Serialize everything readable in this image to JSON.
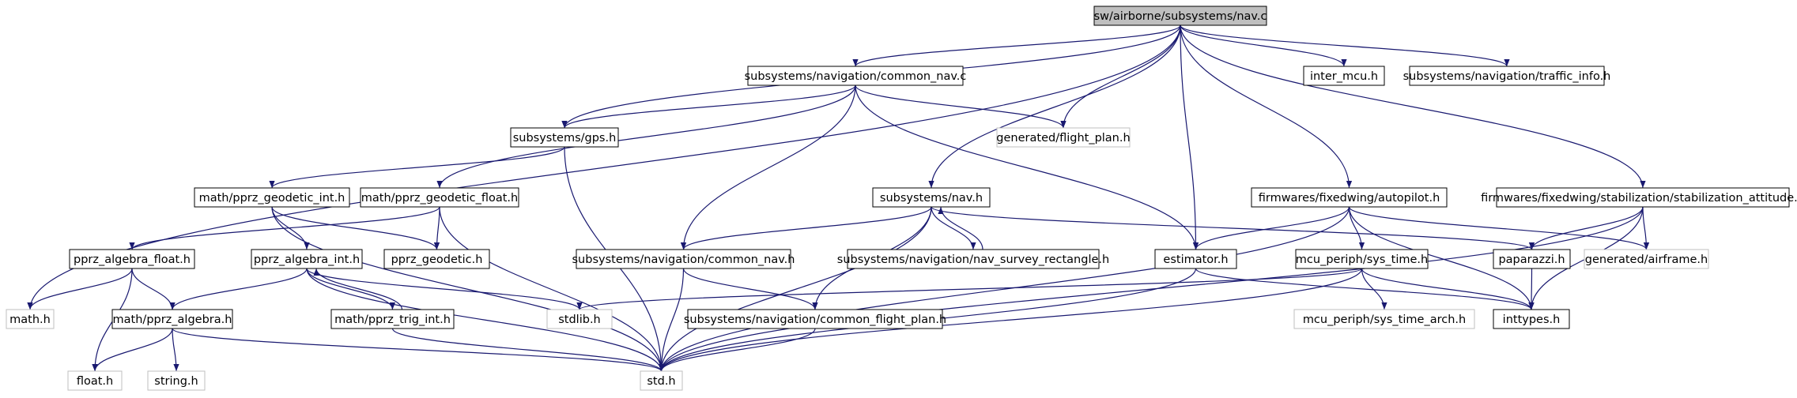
{
  "colors": {
    "edge": "#191970",
    "node_border": "#000000",
    "missing_border": "#bfbfbf",
    "root_fill": "#bfbfbf",
    "node_fill": "#ffffff"
  },
  "nodes": [
    {
      "id": "nav_c",
      "label": "sw/airborne/subsystems/nav.c",
      "kind": "root"
    },
    {
      "id": "common_nav_c",
      "label": "subsystems/navigation/common_nav.c",
      "kind": "documented"
    },
    {
      "id": "inter_mcu",
      "label": "inter_mcu.h",
      "kind": "documented"
    },
    {
      "id": "traffic_info",
      "label": "subsystems/navigation/traffic_info.h",
      "kind": "documented"
    },
    {
      "id": "gps",
      "label": "subsystems/gps.h",
      "kind": "documented"
    },
    {
      "id": "flight_plan",
      "label": "generated/flight_plan.h",
      "kind": "missing"
    },
    {
      "id": "geodetic_int",
      "label": "math/pprz_geodetic_int.h",
      "kind": "documented"
    },
    {
      "id": "geodetic_float",
      "label": "math/pprz_geodetic_float.h",
      "kind": "documented"
    },
    {
      "id": "nav_h",
      "label": "subsystems/nav.h",
      "kind": "documented"
    },
    {
      "id": "autopilot",
      "label": "firmwares/fixedwing/autopilot.h",
      "kind": "documented"
    },
    {
      "id": "stab_att",
      "label": "firmwares/fixedwing/stabilization/stabilization_attitude.h",
      "kind": "documented"
    },
    {
      "id": "alg_float",
      "label": "pprz_algebra_float.h",
      "kind": "documented"
    },
    {
      "id": "alg_int",
      "label": "pprz_algebra_int.h",
      "kind": "documented"
    },
    {
      "id": "pprz_geodetic",
      "label": "pprz_geodetic.h",
      "kind": "documented"
    },
    {
      "id": "common_nav_h",
      "label": "subsystems/navigation/common_nav.h",
      "kind": "documented"
    },
    {
      "id": "nav_survey",
      "label": "subsystems/navigation/nav_survey_rectangle.h",
      "kind": "documented"
    },
    {
      "id": "estimator",
      "label": "estimator.h",
      "kind": "documented"
    },
    {
      "id": "sys_time",
      "label": "mcu_periph/sys_time.h",
      "kind": "documented"
    },
    {
      "id": "paparazzi",
      "label": "paparazzi.h",
      "kind": "documented"
    },
    {
      "id": "airframe",
      "label": "generated/airframe.h",
      "kind": "missing"
    },
    {
      "id": "math_h",
      "label": "math.h",
      "kind": "missing"
    },
    {
      "id": "pprz_algebra",
      "label": "math/pprz_algebra.h",
      "kind": "documented"
    },
    {
      "id": "trig_int",
      "label": "math/pprz_trig_int.h",
      "kind": "documented"
    },
    {
      "id": "stdlib",
      "label": "stdlib.h",
      "kind": "missing"
    },
    {
      "id": "common_fp",
      "label": "subsystems/navigation/common_flight_plan.h",
      "kind": "documented"
    },
    {
      "id": "sys_time_arch",
      "label": "mcu_periph/sys_time_arch.h",
      "kind": "missing"
    },
    {
      "id": "inttypes",
      "label": "inttypes.h",
      "kind": "documented"
    },
    {
      "id": "float_h",
      "label": "float.h",
      "kind": "missing"
    },
    {
      "id": "string_h",
      "label": "string.h",
      "kind": "missing"
    },
    {
      "id": "std_h",
      "label": "std.h",
      "kind": "missing"
    }
  ],
  "edges": [
    [
      "nav_c",
      "math_h"
    ],
    [
      "nav_c",
      "gps"
    ],
    [
      "nav_c",
      "common_nav_c"
    ],
    [
      "nav_c",
      "flight_plan"
    ],
    [
      "nav_c",
      "nav_h"
    ],
    [
      "nav_c",
      "estimator"
    ],
    [
      "nav_c",
      "inter_mcu"
    ],
    [
      "nav_c",
      "traffic_info"
    ],
    [
      "nav_c",
      "autopilot"
    ],
    [
      "nav_c",
      "stab_att"
    ],
    [
      "common_nav_c",
      "gps"
    ],
    [
      "common_nav_c",
      "flight_plan"
    ],
    [
      "common_nav_c",
      "geodetic_float"
    ],
    [
      "common_nav_c",
      "common_nav_h"
    ],
    [
      "common_nav_c",
      "estimator"
    ],
    [
      "gps",
      "geodetic_int"
    ],
    [
      "gps",
      "std_h"
    ],
    [
      "geodetic_int",
      "pprz_geodetic"
    ],
    [
      "geodetic_int",
      "alg_int"
    ],
    [
      "geodetic_int",
      "std_h"
    ],
    [
      "geodetic_float",
      "pprz_geodetic"
    ],
    [
      "geodetic_float",
      "alg_float"
    ],
    [
      "geodetic_float",
      "std_h"
    ],
    [
      "alg_float",
      "math_h"
    ],
    [
      "alg_float",
      "pprz_algebra"
    ],
    [
      "alg_float",
      "float_h"
    ],
    [
      "alg_int",
      "pprz_algebra"
    ],
    [
      "alg_int",
      "trig_int"
    ],
    [
      "alg_int",
      "stdlib"
    ],
    [
      "alg_int",
      "std_h"
    ],
    [
      "trig_int",
      "alg_int"
    ],
    [
      "trig_int",
      "std_h"
    ],
    [
      "pprz_algebra",
      "float_h"
    ],
    [
      "pprz_algebra",
      "string_h"
    ],
    [
      "pprz_algebra",
      "std_h"
    ],
    [
      "nav_h",
      "common_nav_h"
    ],
    [
      "nav_h",
      "nav_survey"
    ],
    [
      "nav_h",
      "common_fp"
    ],
    [
      "nav_h",
      "paparazzi"
    ],
    [
      "nav_h",
      "std_h"
    ],
    [
      "nav_survey",
      "nav_h"
    ],
    [
      "common_nav_h",
      "common_fp"
    ],
    [
      "common_nav_h",
      "std_h"
    ],
    [
      "common_fp",
      "std_h"
    ],
    [
      "estimator",
      "inttypes"
    ],
    [
      "estimator",
      "std_h"
    ],
    [
      "autopilot",
      "estimator"
    ],
    [
      "autopilot",
      "sys_time"
    ],
    [
      "autopilot",
      "airframe"
    ],
    [
      "autopilot",
      "inttypes"
    ],
    [
      "autopilot",
      "std_h"
    ],
    [
      "sys_time",
      "stdlib"
    ],
    [
      "sys_time",
      "sys_time_arch"
    ],
    [
      "sys_time",
      "inttypes"
    ],
    [
      "sys_time",
      "std_h"
    ],
    [
      "stab_att",
      "paparazzi"
    ],
    [
      "stab_att",
      "airframe"
    ],
    [
      "stab_att",
      "inttypes"
    ],
    [
      "stab_att",
      "std_h"
    ],
    [
      "paparazzi",
      "inttypes"
    ]
  ]
}
